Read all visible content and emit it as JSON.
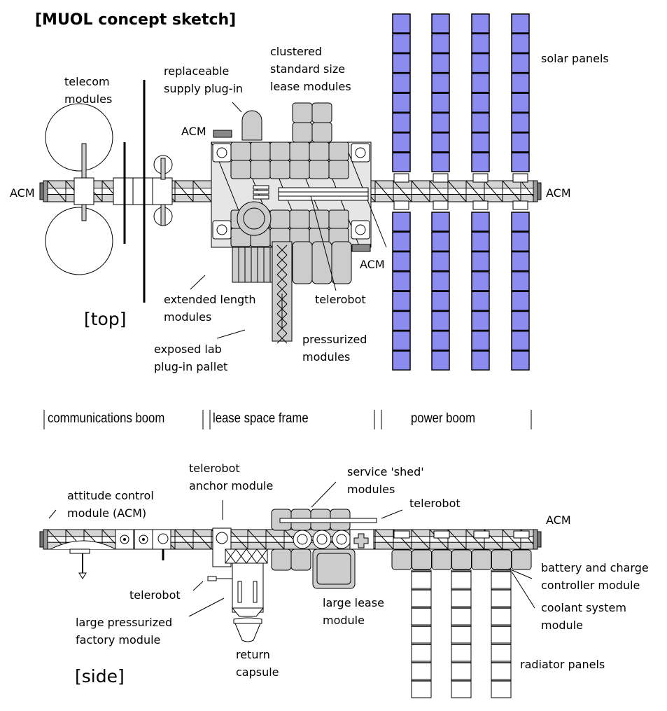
{
  "title": "[MUOL concept sketch]",
  "colors": {
    "solar_panel": "#8c8cf0",
    "module_fill": "#cccccc",
    "truss_fill": "#d4d4d4",
    "line": "#000000",
    "background": "#ffffff"
  },
  "top_view": {
    "view_label": "[top]",
    "labels": {
      "telecom": [
        "telecom",
        "modules"
      ],
      "supply": [
        "replaceable",
        "supply plug-in"
      ],
      "clustered": [
        "clustered",
        "standard size",
        "lease modules"
      ],
      "solar": "solar panels",
      "acm_left": "ACM",
      "acm_upper": "ACM",
      "acm_right": "ACM",
      "acm_lower": "ACM",
      "extended": [
        "extended length",
        "modules"
      ],
      "telerobot": "telerobot",
      "exposed": [
        "exposed lab",
        "plug-in pallet"
      ],
      "pressurized": [
        "pressurized",
        "modules"
      ]
    },
    "solar_arrays": 4,
    "solar_panels_per_wing": 8
  },
  "sections": [
    "communications boom",
    "lease space frame",
    "power boom"
  ],
  "side_view": {
    "view_label": "[side]",
    "labels": {
      "anchor": [
        "telerobot",
        "anchor module"
      ],
      "shed": [
        "service 'shed'",
        "modules"
      ],
      "telerobot_top": "telerobot",
      "attitude": [
        "attitude control",
        "module (ACM)"
      ],
      "acm_right": "ACM",
      "battery": [
        "battery and charge",
        "controller module"
      ],
      "telerobot_left": "telerobot",
      "factory": [
        "large pressurized",
        "factory module"
      ],
      "large_lease": [
        "large lease",
        "module"
      ],
      "coolant": [
        "coolant system",
        "module"
      ],
      "return": [
        "return",
        "capsule"
      ],
      "radiator": "radiator panels"
    },
    "radiator_columns": 3,
    "radiator_panels_per_column": 7,
    "battery_modules": 7
  }
}
